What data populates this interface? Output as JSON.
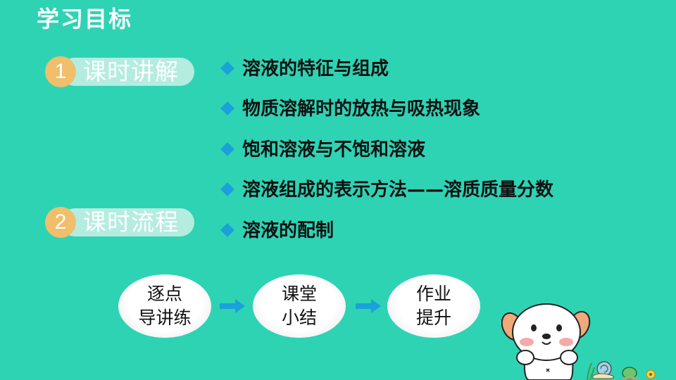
{
  "page": {
    "title": "学习目标"
  },
  "sections": [
    {
      "number": "1",
      "label": "课时讲解"
    },
    {
      "number": "2",
      "label": "课时流程"
    }
  ],
  "topics": [
    "溶液的特征与组成",
    "物质溶解时的放热与吸热现象",
    "饱和溶液与不饱和溶液",
    "溶液组成的表示方法——溶质质量分数",
    "溶液的配制"
  ],
  "flow": [
    {
      "line1": "逐点",
      "line2": "导讲练"
    },
    {
      "line1": "课堂",
      "line2": "小结"
    },
    {
      "line1": "作业",
      "line2": "提升"
    }
  ],
  "colors": {
    "background": "#2ed3b4",
    "badge": "#f1be6b",
    "pill": "#b5ece0",
    "bullet": "#1aa1d8",
    "arrow": "#1aa1d8"
  },
  "icons": {
    "bullet": "diamond-bullet-icon",
    "arrow": "right-arrow-icon",
    "mascot": "puppy-mascot-illustration"
  }
}
